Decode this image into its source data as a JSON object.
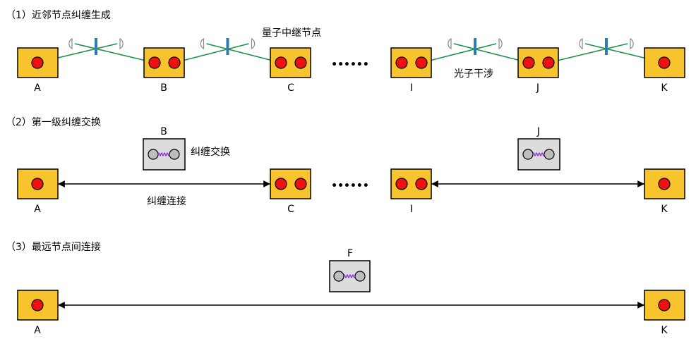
{
  "colors": {
    "node_fill": "#F7C42E",
    "node_stroke": "#000000",
    "qubit_fill": "#EE1111",
    "fiber": "#1E9146",
    "beam_splitter": "#2E7DB5",
    "swap_box": "#DCDCDC",
    "swap_qubit": "#BDBDBD",
    "entangle_wave": "#8A2BE2",
    "link": "#000000"
  },
  "icons": {
    "detector": "detector-icon",
    "beam_splitter": "beam-splitter-icon",
    "entangled_pair": "entangled-pair-icon"
  },
  "sections": [
    {
      "title": "（1）近邻节点纠缠生成",
      "annotations": {
        "relay": "量子中继节点",
        "interference": "光子干涉"
      },
      "nodes": [
        "A",
        "B",
        "C",
        "I",
        "J",
        "K"
      ],
      "ellipsis": "••••••"
    },
    {
      "title": "（2）第一级纠缠交换",
      "annotations": {
        "swap": "纠缠交换",
        "link": "纠缠连接"
      },
      "nodes": [
        "A",
        "C",
        "I",
        "K"
      ],
      "swap_nodes": [
        "B",
        "J"
      ],
      "ellipsis": "••••••"
    },
    {
      "title": "（3）最远节点间连接",
      "nodes": [
        "A",
        "K"
      ],
      "swap_nodes": [
        "F"
      ]
    }
  ]
}
